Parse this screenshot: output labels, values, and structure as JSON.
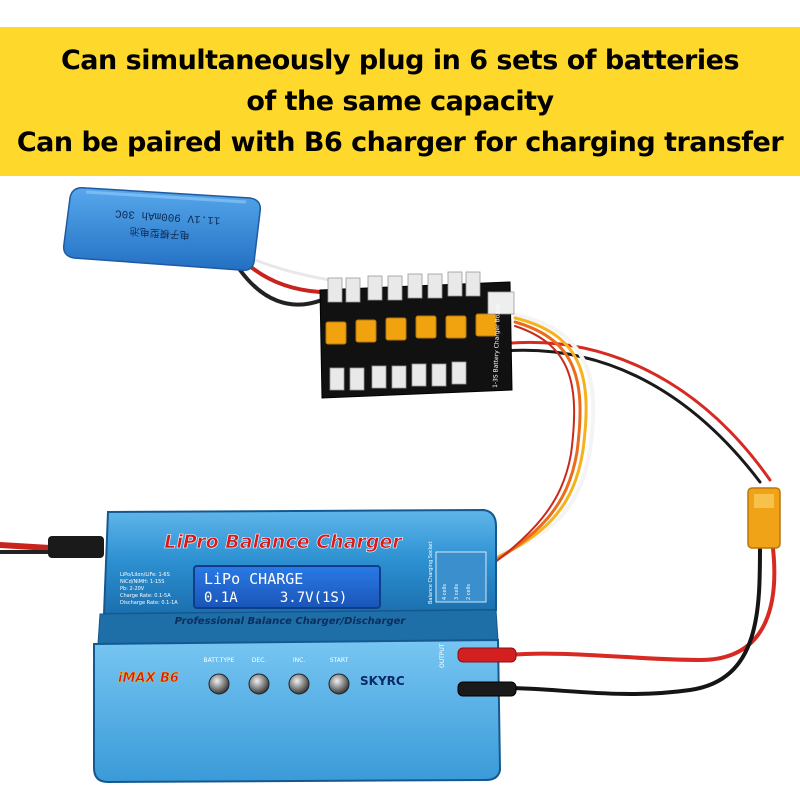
{
  "banner": {
    "lines": [
      "Can simultaneously plug in 6 sets of batteries",
      "of the same capacity",
      "Can be paired with B6 charger for charging transfer"
    ],
    "background": "#fed82a"
  },
  "battery": {
    "label_line1": "11.1V 900mAh 30C",
    "label_line2": "电子模型电池",
    "color": "#2f86d6"
  },
  "board": {
    "side_text": "1-3S Battery Charger Board",
    "color": "#111111",
    "connector_color": "#f0a30f"
  },
  "charger": {
    "brand_title": "LiPro Balance Charger",
    "lcd_line1": "LiPo CHARGE",
    "lcd_line2": "0.1A     3.7V(1S)",
    "subtitle": "Professional Balance Charger/Discharger",
    "logo_left": "iMAX B6",
    "logo_right": "SKYRC",
    "buttons": [
      "BATT.TYPE",
      "DEC.",
      "INC.",
      "START"
    ],
    "output_label": "OUTPUT",
    "balance_label": "Balance Charging Socket",
    "cell_labels": [
      "4 cells",
      "3 cells",
      "2 cells"
    ],
    "specs": [
      "LiPo/LiIon/LiFe: 1-6S",
      "NiCd/NiMH: 1-15S",
      "Pb: 2-20V",
      "Charge Rate: 0.1-5A",
      "Discharge Rate: 0.1-1A"
    ],
    "body_color": "#2c8fd0",
    "lcd_color": "#1f6ad1"
  }
}
